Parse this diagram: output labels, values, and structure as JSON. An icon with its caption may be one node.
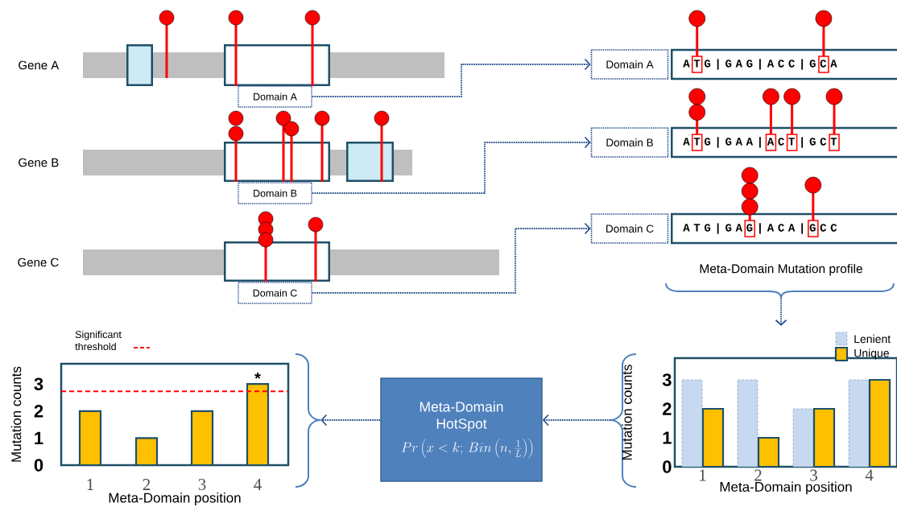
{
  "diagram": {
    "nodes": [
      {
        "text": [
          "Gene A"
        ]
      },
      {
        "text": [
          "Domain A"
        ]
      },
      {
        "text": [
          "Domain A"
        ]
      },
      {
        "text": [
          "A T G | G A G | A C C | G C A"
        ]
      },
      {
        "text": [
          "Gene B"
        ]
      },
      {
        "text": [
          "Domain B"
        ]
      },
      {
        "text": [
          "Domain B"
        ]
      },
      {
        "text": [
          "A T G | G A A | A C T | G C T"
        ]
      },
      {
        "text": [
          "Gene C"
        ]
      },
      {
        "text": [
          "Domain C"
        ]
      },
      {
        "text": [
          "Domain C"
        ]
      },
      {
        "text": [
          "A T G | G A G | A C A | G C C"
        ]
      },
      {
        "text": [
          "Meta-Domain Mutation profile"
        ]
      },
      {
        "text": [],
        "shape": "brace"
      },
      {
        "text": [
          "Meta-Domain HotSpot",
          "Pr\\left(x<k;\\,Bin\\left(n,\\frac{1}{L}\\right)\\right)"
        ]
      },
      {
        "text": [],
        "shape": "brace"
      },
      {
        "text": [],
        "shape": "box"
      },
      {
        "text": [],
        "shape": "box"
      },
      {
        "text": [],
        "shape": "box"
      },
      {
        "text": [],
        "shape": "box"
      },
      {
        "text": [],
        "shape": "box"
      }
    ],
    "edges": [
      {
        "from": 1,
        "to": 2,
        "arrow": "to"
      },
      {
        "from": 5,
        "to": 6,
        "arrow": "to"
      },
      {
        "from": 9,
        "to": 10,
        "arrow": "to"
      },
      {
        "from": 12,
        "to": null,
        "arrow": "to"
      },
      {
        "from": 15,
        "to": 14,
        "arrow": "to"
      },
      {
        "from": 14,
        "to": 13,
        "arrow": "to"
      }
    ],
    "labels": [
      "Significant threshold",
      "*",
      "3",
      "2",
      "1",
      "0",
      "1",
      "2",
      "3",
      "4",
      "Mutation counts",
      "Meta-Domain position"
    ],
    "chart_data": {
      "type": "bar",
      "xlabel": "Meta-Domain position",
      "ylabel": "Mutation counts",
      "categories": [
        "1",
        "2",
        "3",
        "4"
      ],
      "series": [
        {
          "name": "Lenient",
          "color": "#c6d9f0",
          "values": [
            3,
            3,
            2,
            3
          ]
        },
        {
          "name": "Unique",
          "color": "#ffc000",
          "values": [
            2,
            1,
            2,
            3
          ]
        }
      ],
      "ylim": [
        0,
        3.75
      ],
      "yticks": [
        0,
        1,
        2,
        3
      ],
      "legend": "top right"
    }
  }
}
